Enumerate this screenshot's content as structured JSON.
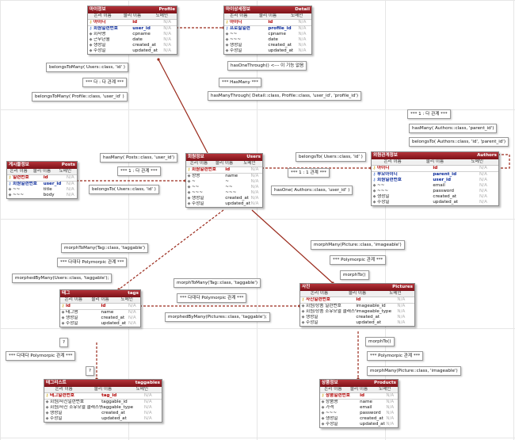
{
  "entities": {
    "profile": {
      "kr": "마이정보",
      "en": "Profile",
      "cols": [
        "논리 이름",
        "물리 이름",
        "도메인"
      ],
      "rows": [
        {
          "k": "pk",
          "n": "아이디",
          "p": "id",
          "d": "N/A"
        },
        {
          "k": "fk",
          "n": "회원일련번호",
          "p": "user_id",
          "d": "N/A"
        },
        {
          "k": "",
          "n": "회사명",
          "p": "cpname",
          "d": "N/A"
        },
        {
          "k": "",
          "n": "근무년월",
          "p": "date",
          "d": "N/A"
        },
        {
          "k": "",
          "n": "생성일",
          "p": "created_at",
          "d": "N/A"
        },
        {
          "k": "",
          "n": "수정일",
          "p": "updated_at",
          "d": "N/A"
        }
      ]
    },
    "detail": {
      "kr": "마이상세정보",
      "en": "Detail",
      "cols": [
        "논리 이름",
        "물리 이름",
        "도메인"
      ],
      "rows": [
        {
          "k": "pk",
          "n": "아이디",
          "p": "id",
          "d": "N/A"
        },
        {
          "k": "fk",
          "n": "프로필일련",
          "p": "profile_id",
          "d": "N/A"
        },
        {
          "k": "",
          "n": "~~",
          "p": "cpname",
          "d": "N/A"
        },
        {
          "k": "",
          "n": "~~~",
          "p": "date",
          "d": "N/A"
        },
        {
          "k": "",
          "n": "생성일",
          "p": "created_at",
          "d": "N/A"
        },
        {
          "k": "",
          "n": "수정일",
          "p": "updated_at",
          "d": "N/A"
        }
      ]
    },
    "users": {
      "kr": "회원정보",
      "en": "Users",
      "cols": [
        "논리 이름",
        "물리 이름",
        "도메인"
      ],
      "rows": [
        {
          "k": "pk",
          "n": "회원일련번호",
          "p": "id",
          "d": "N/A"
        },
        {
          "k": "",
          "n": "성명",
          "p": "name",
          "d": "N/A"
        },
        {
          "k": "",
          "n": "~",
          "p": "~",
          "d": "N/A"
        },
        {
          "k": "",
          "n": "~~",
          "p": "~~",
          "d": "N/A"
        },
        {
          "k": "",
          "n": "~~~",
          "p": "~~~",
          "d": "N/A"
        },
        {
          "k": "",
          "n": "생성일",
          "p": "created_at",
          "d": "N/A"
        },
        {
          "k": "",
          "n": "수정일",
          "p": "updated_at",
          "d": "N/A"
        }
      ]
    },
    "posts": {
      "kr": "게시물정보",
      "en": "Posts",
      "cols": [
        "논리 이름",
        "물리 이름",
        "도메인"
      ],
      "rows": [
        {
          "k": "pk",
          "n": "일련번호",
          "p": "id",
          "d": "N/A"
        },
        {
          "k": "fk",
          "n": "회원일련번호",
          "p": "user_id",
          "d": "N/A"
        },
        {
          "k": "",
          "n": "~~",
          "p": "title",
          "d": "N/A"
        },
        {
          "k": "",
          "n": "~~~",
          "p": "body",
          "d": "N/A"
        }
      ]
    },
    "authors": {
      "kr": "외원관계정보",
      "en": "Authors",
      "cols": [
        "논리 이름",
        "물리 이름",
        "도메인"
      ],
      "rows": [
        {
          "k": "pk",
          "n": "아이디",
          "p": "id",
          "d": "N/A"
        },
        {
          "k": "fk",
          "n": "부모아이디",
          "p": "parent_id",
          "d": "N/A"
        },
        {
          "k": "fk",
          "n": "회원일련번호",
          "p": "user_id",
          "d": "N/A"
        },
        {
          "k": "",
          "n": "~~",
          "p": "email",
          "d": "N/A"
        },
        {
          "k": "",
          "n": "~~~",
          "p": "password",
          "d": "N/A"
        },
        {
          "k": "",
          "n": "생성일",
          "p": "created_at",
          "d": "N/A"
        },
        {
          "k": "",
          "n": "수정일",
          "p": "updated_at",
          "d": "N/A"
        }
      ]
    },
    "tags": {
      "kr": "태그",
      "en": "tags",
      "cols": [
        "논리 이름",
        "물리 이름",
        "도메인"
      ],
      "rows": [
        {
          "k": "pk",
          "n": "id",
          "p": "id",
          "d": "N/A"
        },
        {
          "k": "",
          "n": "태그명",
          "p": "name",
          "d": "N/A"
        },
        {
          "k": "",
          "n": "생성일",
          "p": "created_at",
          "d": "N/A"
        },
        {
          "k": "",
          "n": "수정일",
          "p": "updated_at",
          "d": "N/A"
        }
      ]
    },
    "pictures": {
      "kr": "사진",
      "en": "Pictures",
      "cols": [
        "논리 이름",
        "물리 이름",
        "도메인"
      ],
      "rows": [
        {
          "k": "pk",
          "n": "사진일련번호",
          "p": "id",
          "d": "N/A"
        },
        {
          "k": "",
          "n": "회원/상품 일련번호",
          "p": "imageable_id",
          "d": "N/A"
        },
        {
          "k": "",
          "n": "회원/상품 소유모델 클래스명",
          "p": "imageable_type",
          "d": "N/A"
        },
        {
          "k": "",
          "n": "생성일",
          "p": "created_at",
          "d": "N/A"
        },
        {
          "k": "",
          "n": "수정일",
          "p": "updated_at",
          "d": "N/A"
        }
      ]
    },
    "taggables": {
      "kr": "태그리스트",
      "en": "taggables",
      "cols": [
        "논리 이름",
        "물리 이름",
        "도메인"
      ],
      "rows": [
        {
          "k": "pk",
          "n": "태그일련번호",
          "p": "tag_id",
          "d": "N/A"
        },
        {
          "k": "",
          "n": "회원/사진일련번호",
          "p": "taggable_id",
          "d": "N/A"
        },
        {
          "k": "",
          "n": "회원/사진 소유모델 클래스명",
          "p": "taggable_type",
          "d": "N/A"
        },
        {
          "k": "",
          "n": "생성일",
          "p": "created_at",
          "d": "N/A"
        },
        {
          "k": "",
          "n": "수정일",
          "p": "updated_at",
          "d": "N/A"
        }
      ]
    },
    "products": {
      "kr": "상품정보",
      "en": "Products",
      "cols": [
        "논리 이름",
        "물리 이름",
        "도메인"
      ],
      "rows": [
        {
          "k": "pk",
          "n": "상품일련번호",
          "p": "id",
          "d": "N/A"
        },
        {
          "k": "",
          "n": "상품명",
          "p": "name",
          "d": "N/A"
        },
        {
          "k": "",
          "n": "가격",
          "p": "email",
          "d": "N/A"
        },
        {
          "k": "",
          "n": "~~~",
          "p": "password",
          "d": "N/A"
        },
        {
          "k": "",
          "n": "생성일",
          "p": "created_at",
          "d": "N/A"
        },
        {
          "k": "",
          "n": "수정일",
          "p": "updated_at",
          "d": "N/A"
        }
      ]
    }
  },
  "notes": {
    "hasOneThrough": "hasOneThrough() <--- 이 기능 없음",
    "hasManyRel": "*** HasMany ***",
    "hasManyThrough": "hasManyThrough( Detail::class, Profile::class, 'user_id', 'profile_id')",
    "belongsToManyUsers": "belongsToMany( Users::class, 'id' )",
    "manyToManyTop": "*** 다 : 다 관계 ***",
    "belongsToManyProfile": "belongsToMany( Profile::class, 'user_id' )",
    "oneToManyAuthors": "*** 1 : 다 관계 ***",
    "hasManyAuthors": "hasMany( Authors::class, 'parent_id')",
    "belongsToAuthors": "belongsTo( Authors::class, 'id', 'parent_id')",
    "hasManyPosts": "hasMany( Posts::class, 'user_id')",
    "oneToManyPosts": "*** 1 : 다 관계 ***",
    "belongsToUsersPosts": "belongsTo( Users::class, 'id' )",
    "belongsToUsersAuthors": "belongsTo( Users::class, 'id' )",
    "oneToOne": "*** 1 : 1 관계 ***",
    "hasOneAuthors": "hasOne( Authors::class, 'user_id' )",
    "morphToManyTags1": "morphToMany(Tag::class, 'taggable')",
    "polyManyLeft": "*** 다대다 Polymorpic 관계 ***",
    "morphedByManyUsers": "morphedByMany(Users::class, 'taggable');",
    "morphManyPicture1": "morphMany(Picture::class, 'imageable')",
    "polyRight": "*** Polymorpic 관계 ***",
    "morphTo1": "morphTo()",
    "morphToManyTags2": "morphToMany(Tag::class, 'taggable')",
    "polyManyCenter": "*** 다대다 Polymorpic 관계 ***",
    "morphedByManyPictures": "morphedByMany(Pictures::class, 'taggable');",
    "question1": "?",
    "polyManyBottom": "*** 다대다 Polymorpic 관계 ***",
    "question2": "?",
    "morphTo2": "morphTo()",
    "polyBottom": "*** Polymorpic 관계 ***",
    "morphManyPicture2": "morphMany(Picture::class, 'imageable')"
  },
  "colors": {
    "title": "#7b1117",
    "line": "#9a2a1c",
    "pk": "#b00000",
    "fk": "#0a2a9a"
  }
}
